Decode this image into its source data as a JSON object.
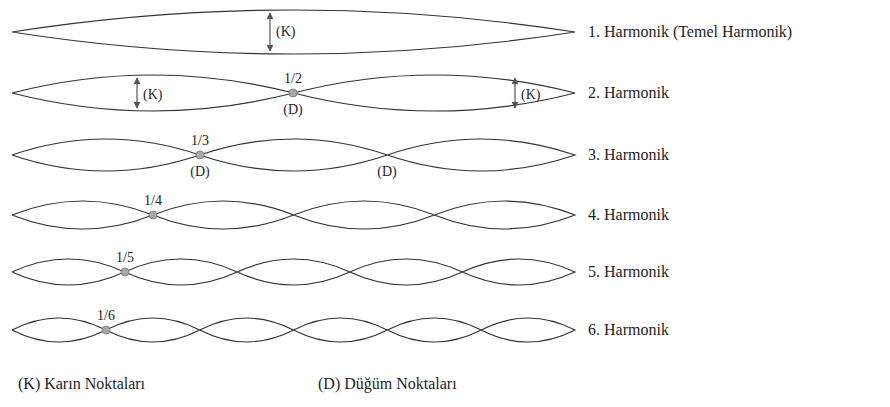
{
  "diagram": {
    "labels": [
      "(K)",
      "1. Harmonik (Temel Harmonik)",
      "1/2",
      "(K)",
      "(D)",
      "(K)",
      "2. Harmonik",
      "1/3",
      "(D)",
      "(D)",
      "3. Harmonik",
      "1/4",
      "4. Harmonik",
      "1/5",
      "5. Harmonik",
      "1/6",
      "6. Harmonik",
      "(K) Karın Noktaları",
      "(D) Düğüm Noktaları"
    ]
  }
}
